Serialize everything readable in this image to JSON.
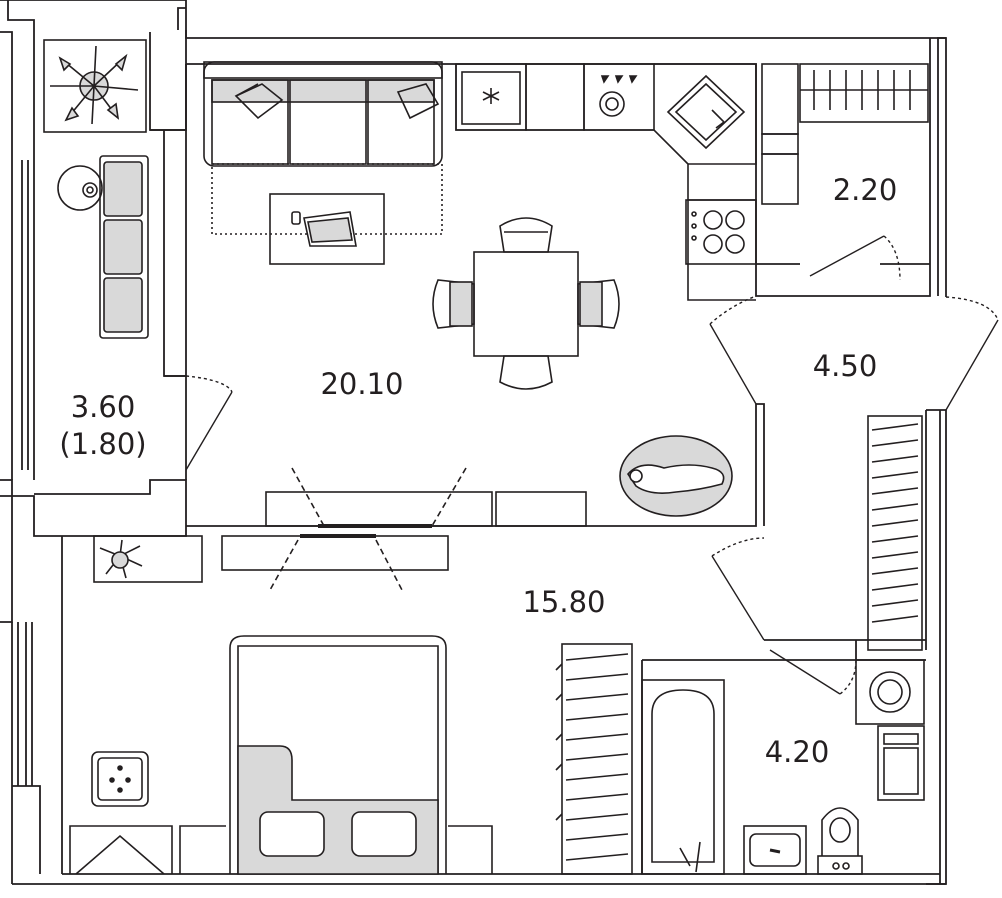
{
  "colors": {
    "wall": "#231f20",
    "line": "#231f20",
    "furniture_fill": "#d9d9d9",
    "background": "#ffffff"
  },
  "rooms": {
    "balcony": {
      "area": "3.60",
      "area_reduced": "(1.80)"
    },
    "living_kitchen": {
      "area": "20.10"
    },
    "storage": {
      "area": "2.20"
    },
    "hall": {
      "area": "4.50"
    },
    "bedroom": {
      "area": "15.80"
    },
    "bathroom": {
      "area": "4.20"
    }
  },
  "icons": [
    "plant-icon",
    "floor-lamp-icon",
    "sofa-icon",
    "laptop-icon",
    "dining-table-icon",
    "fridge-icon",
    "stove-knobs-icon",
    "kitchen-sink-icon",
    "cooktop-icon",
    "pet-bed-icon",
    "tv-stand-icon",
    "wardrobe-icon",
    "bed-icon",
    "bathtub-icon",
    "washbasin-icon",
    "toilet-icon",
    "washing-machine-icon",
    "safe-icon"
  ]
}
